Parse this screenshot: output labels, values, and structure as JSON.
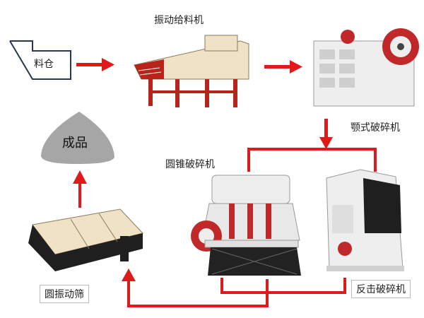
{
  "labels": {
    "bin": "料仓",
    "feeder": "振动给料机",
    "jaw": "颚式破碎机",
    "cone": "圆锥破碎机",
    "impact": "反击破碎机",
    "screen": "圆振动筛",
    "product": "成品"
  },
  "colors": {
    "arrow": "#e01a1a",
    "machine_cream": "#efe2c6",
    "machine_red": "#b8231a",
    "machine_white": "#eeeeee",
    "machine_dark": "#222222",
    "product_gray": "#a6a6a6"
  }
}
